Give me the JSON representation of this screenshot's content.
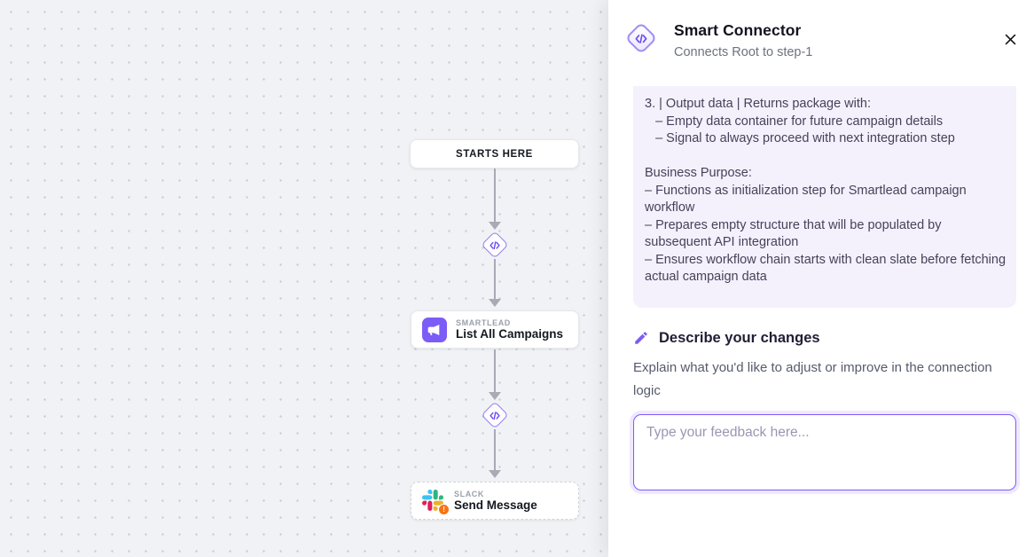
{
  "canvas": {
    "start_node": {
      "label": "STARTS HERE"
    },
    "smartlead_node": {
      "app": "SMARTLEAD",
      "action": "List All Campaigns"
    },
    "slack_node": {
      "app": "SLACK",
      "action": "Send Message",
      "warning_badge": "!"
    },
    "connector_icon": "code-diamond-icon"
  },
  "panel": {
    "header": {
      "title": "Smart Connector",
      "subtitle": "Connects Root to step-1",
      "icon": "code-diamond-icon",
      "close_icon": "close-icon"
    },
    "info_box": {
      "text": "3. | Output data | Returns package with:\n   – Empty data container for future campaign details\n   – Signal to always proceed with next integration step\n\nBusiness Purpose:\n– Functions as initialization step for Smartlead campaign workflow\n– Prepares empty structure that will be populated by subsequent API integration\n– Ensures workflow chain starts with clean slate before fetching actual campaign data"
    },
    "feedback": {
      "icon": "pencil-icon",
      "heading": "Describe your changes",
      "description": "Explain what you'd like to adjust or improve in the connection logic",
      "placeholder": "Type your feedback here..."
    }
  },
  "colors": {
    "accent_purple": "#7C5CF6",
    "info_box_bg": "#F4F1FC",
    "canvas_bg": "#F1F2F5",
    "edge_gray": "#A8ABB5",
    "warning_orange": "#F97316",
    "slack_blue": "#36C5F0",
    "slack_green": "#2EB67D",
    "slack_red": "#E01E5A",
    "slack_yellow": "#ECB22E"
  }
}
